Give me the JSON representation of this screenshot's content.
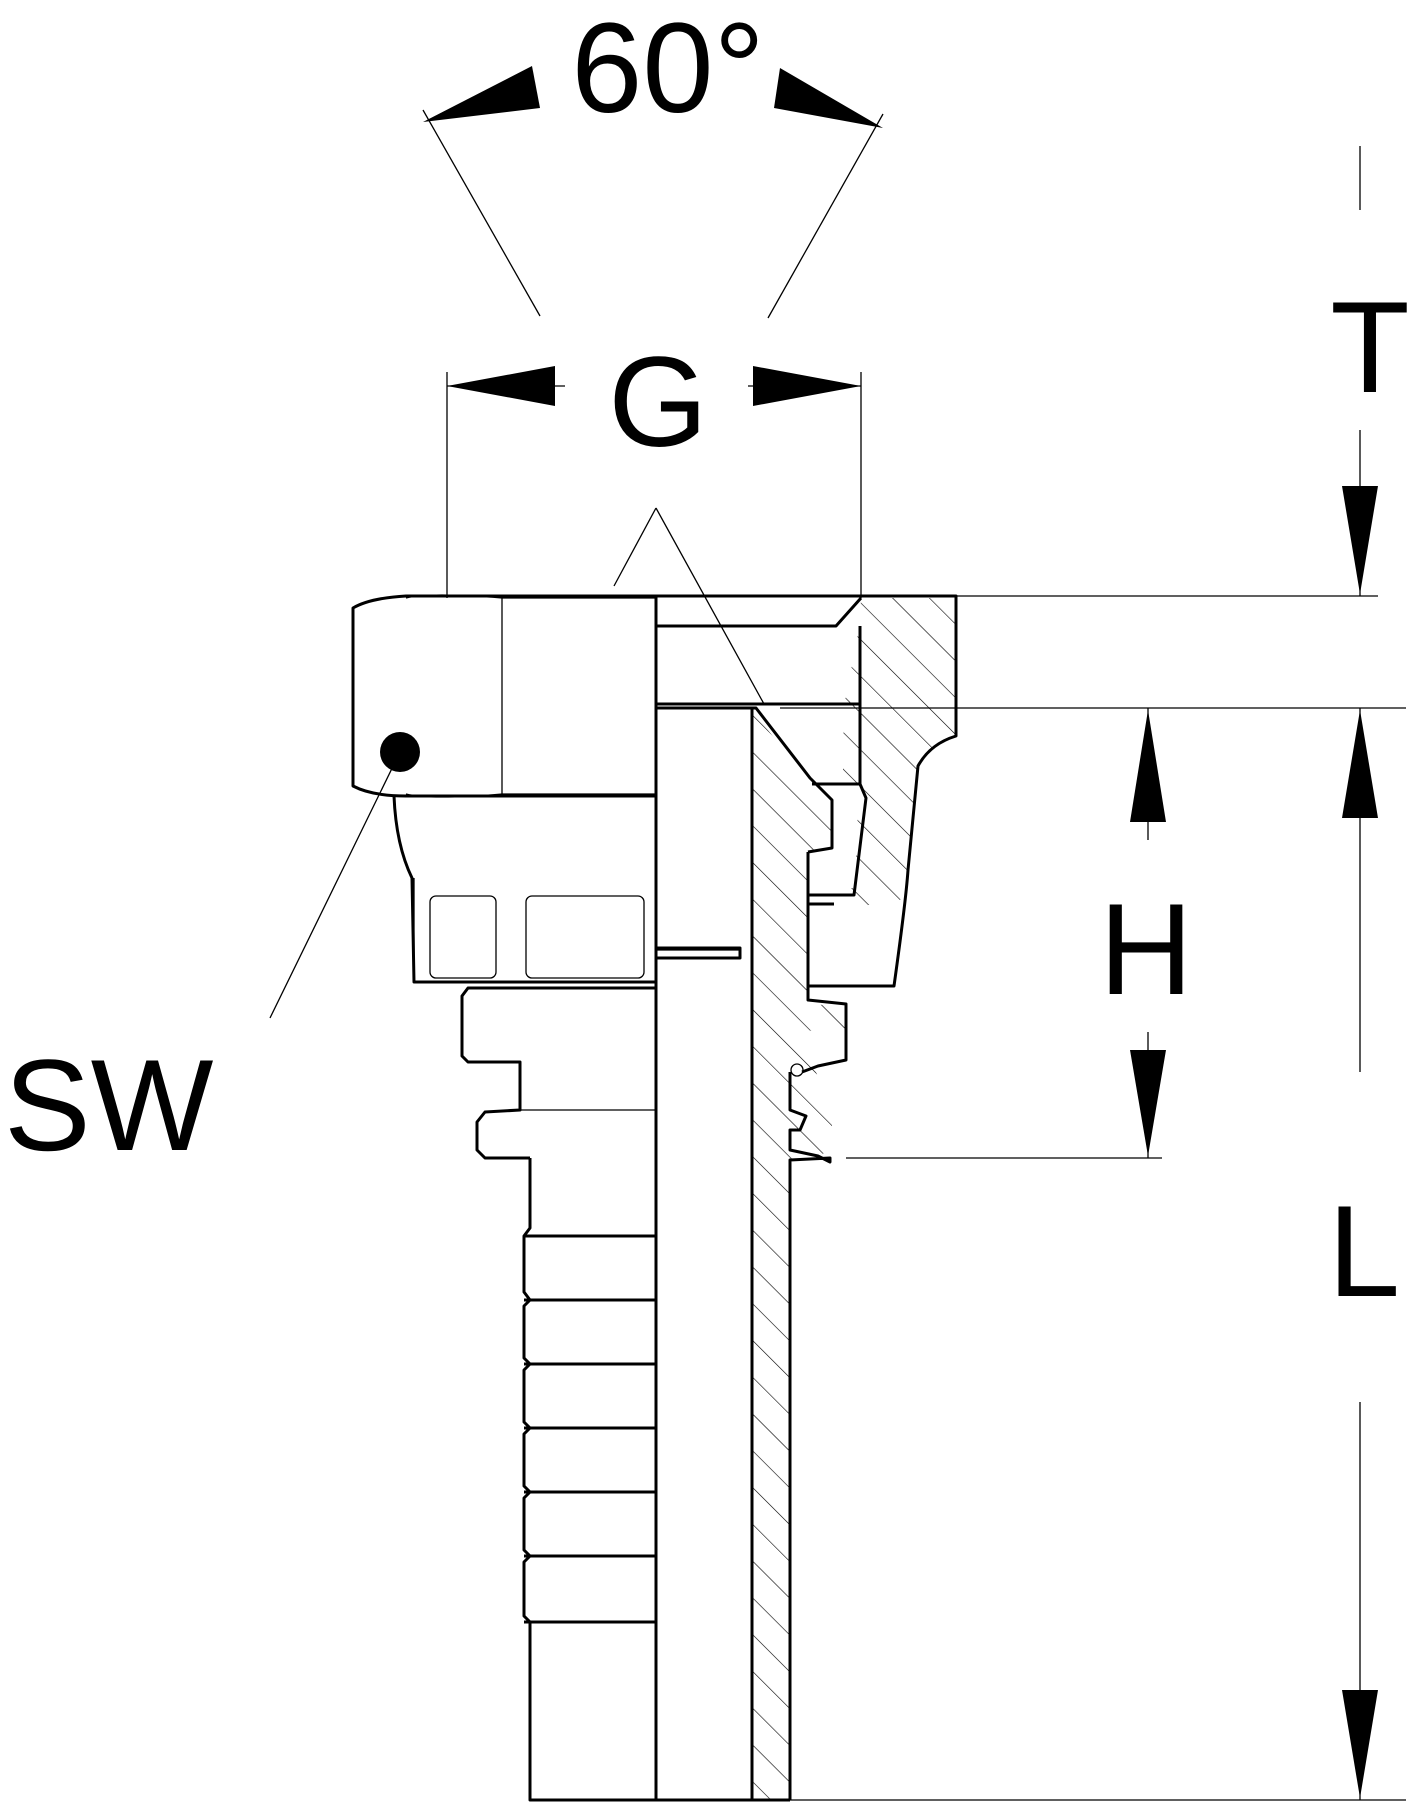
{
  "diagram": {
    "labels": {
      "angle": "60°",
      "thread": "G",
      "wrench_size": "SW",
      "thread_length": "T",
      "height": "H",
      "length": "L"
    },
    "colors": {
      "line": "#000000",
      "background": "#ffffff"
    }
  }
}
